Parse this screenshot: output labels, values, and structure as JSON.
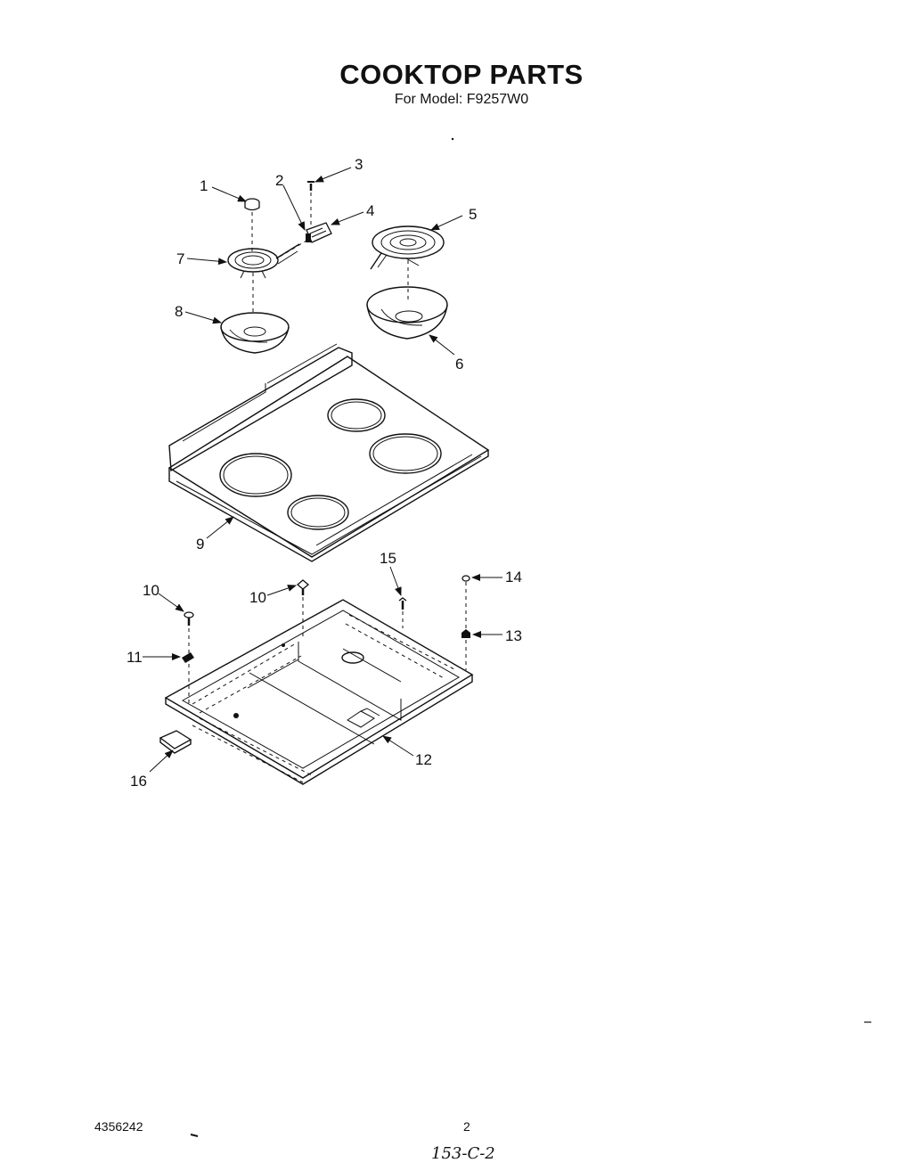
{
  "header": {
    "title": "COOKTOP PARTS",
    "subtitle": "For Model: F9257W0"
  },
  "callouts": [
    "1",
    "2",
    "3",
    "4",
    "5",
    "6",
    "7",
    "8",
    "9",
    "10",
    "10",
    "11",
    "12",
    "13",
    "14",
    "15",
    "16"
  ],
  "footer": {
    "part_number": "4356242",
    "page_number": "2",
    "handwritten_code": "153-C-2"
  }
}
